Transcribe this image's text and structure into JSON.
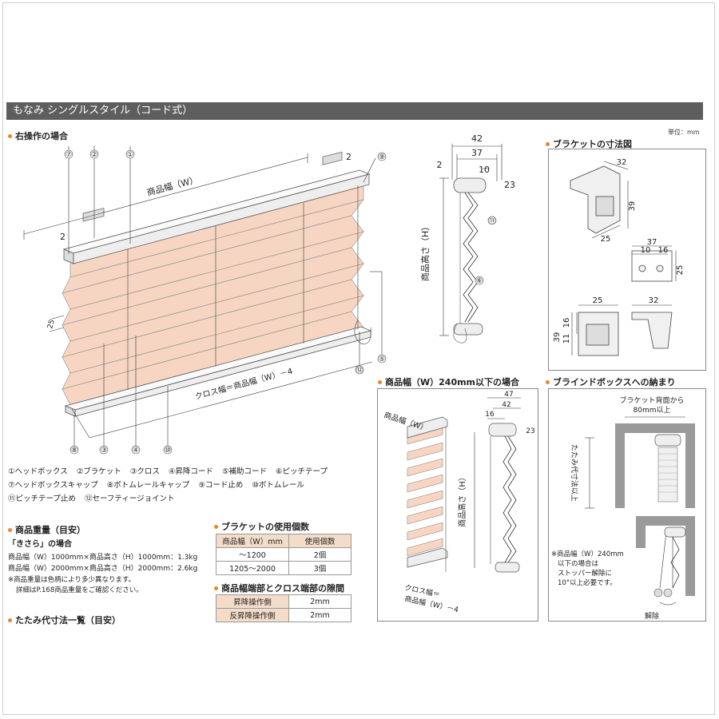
{
  "page": {
    "title": "もなみ シングルスタイル（コード式）",
    "unit": "単位：mm"
  },
  "main_diagram": {
    "heading": "右操作の場合",
    "markers": [
      "⑦",
      "②",
      "①",
      "⑨",
      "⑤",
      "⑫",
      "⑧",
      "③",
      "④",
      "⑩"
    ],
    "dim_width": "商品幅（W）",
    "dim_cross": "クロス幅＝商品幅（W）－4",
    "dim_2a": "2",
    "dim_2b": "2",
    "dim_25": "25"
  },
  "side_view": {
    "dims": [
      "42",
      "37",
      "10",
      "2",
      "23"
    ],
    "height_label": "商品高さ（H）",
    "markers": [
      "⑪",
      "⑥"
    ]
  },
  "bracket": {
    "heading": "ブラケットの寸法図",
    "dims": [
      "32",
      "39",
      "25",
      "37",
      "10",
      "16",
      "25",
      "25",
      "32",
      "16",
      "11",
      "39"
    ]
  },
  "narrow": {
    "heading": "商品幅（W）240mm以下の場合",
    "width_label": "商品幅（W）",
    "dims": [
      "47",
      "42",
      "16",
      "23"
    ],
    "height_label": "商品高さ（H）",
    "cross_label_1": "クロス幅＝",
    "cross_label_2": "商品幅（W）－4"
  },
  "box": {
    "heading": "ブラインドボックスへの納まり",
    "note_top_1": "ブラケット背面から",
    "note_top_2": "80mm以上",
    "fold_label": "たたみ代寸法以上",
    "note_1": "※商品幅（W）240mm",
    "note_2": "以下の場合は",
    "note_3": "ストッパー解除に",
    "note_4": "10°以上必要です。",
    "release": "解除"
  },
  "legend": {
    "row1": [
      "①ヘッドボックス",
      "②ブラケット",
      "③クロス",
      "④昇降コード",
      "⑤補助コード",
      "⑥ピッチテープ"
    ],
    "row2": [
      "⑦ヘッドボックスキャップ",
      "⑧ボトムレールキャップ",
      "⑨コード止め",
      "⑩ボトムレール"
    ],
    "row3": [
      "⑪ピッチテープ止め",
      "⑫セーフティージョイント"
    ]
  },
  "weight": {
    "heading": "商品重量（目安）",
    "subheading": "「きさら」の場合",
    "line1": "商品幅（W）1000mm×商品高さ（H）1000mm：1.3kg",
    "line2": "商品幅（W）2000mm×商品高さ（H）2000mm：2.6kg",
    "note1": "※商品重量は色柄により多少異なります。",
    "note2": "詳細はP.168商品重量をご確認ください。"
  },
  "fold": {
    "heading": "たたみ代寸法一覧（目安）"
  },
  "bracket_count": {
    "heading": "ブラケットの使用個数",
    "headers": [
      "商品幅（W）mm",
      "使用個数"
    ],
    "rows": [
      [
        "～1200",
        "2個"
      ],
      [
        "1205～2000",
        "3個"
      ]
    ]
  },
  "gap": {
    "heading": "商品幅端部とクロス端部の隙間",
    "rows": [
      [
        "昇降操作側",
        "2mm"
      ],
      [
        "反昇降操作側",
        "2mm"
      ]
    ]
  },
  "colors": {
    "cloth": "#f6d6c2",
    "title_bg": "#5e5e5e",
    "accent": "#e8842c"
  }
}
